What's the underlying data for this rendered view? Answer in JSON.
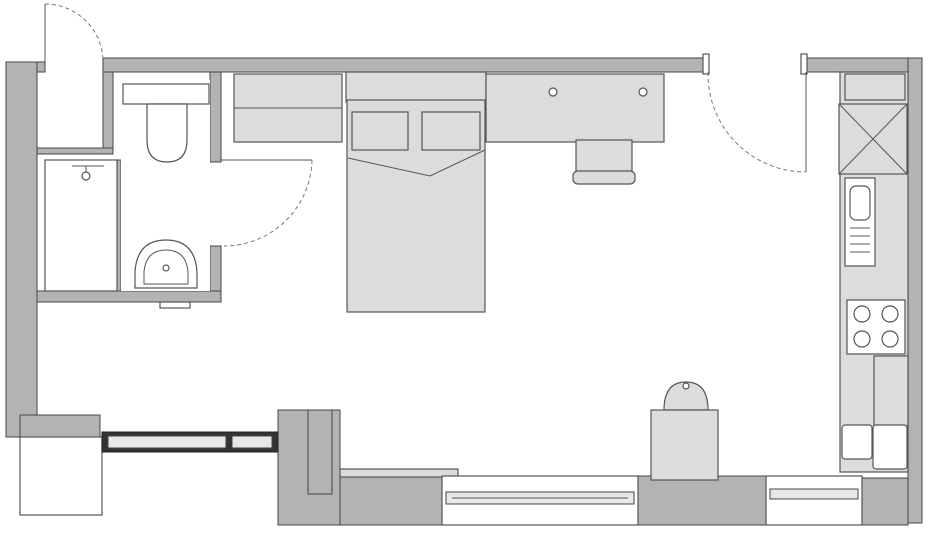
{
  "plan": {
    "colors": {
      "wall": "#b3b3b3",
      "furniture": "#dcdcdc",
      "outline": "#555555",
      "background": "#ffffff"
    },
    "rooms": [
      "bathroom",
      "main-room",
      "kitchenette"
    ],
    "icons": [
      "toilet-icon",
      "shower-icon",
      "washbasin-icon",
      "bed-icon",
      "desk-icon",
      "chair-icon",
      "sink-icon",
      "cooktop-icon",
      "dining-table-icon",
      "door-swing-icon",
      "window-icon"
    ]
  }
}
